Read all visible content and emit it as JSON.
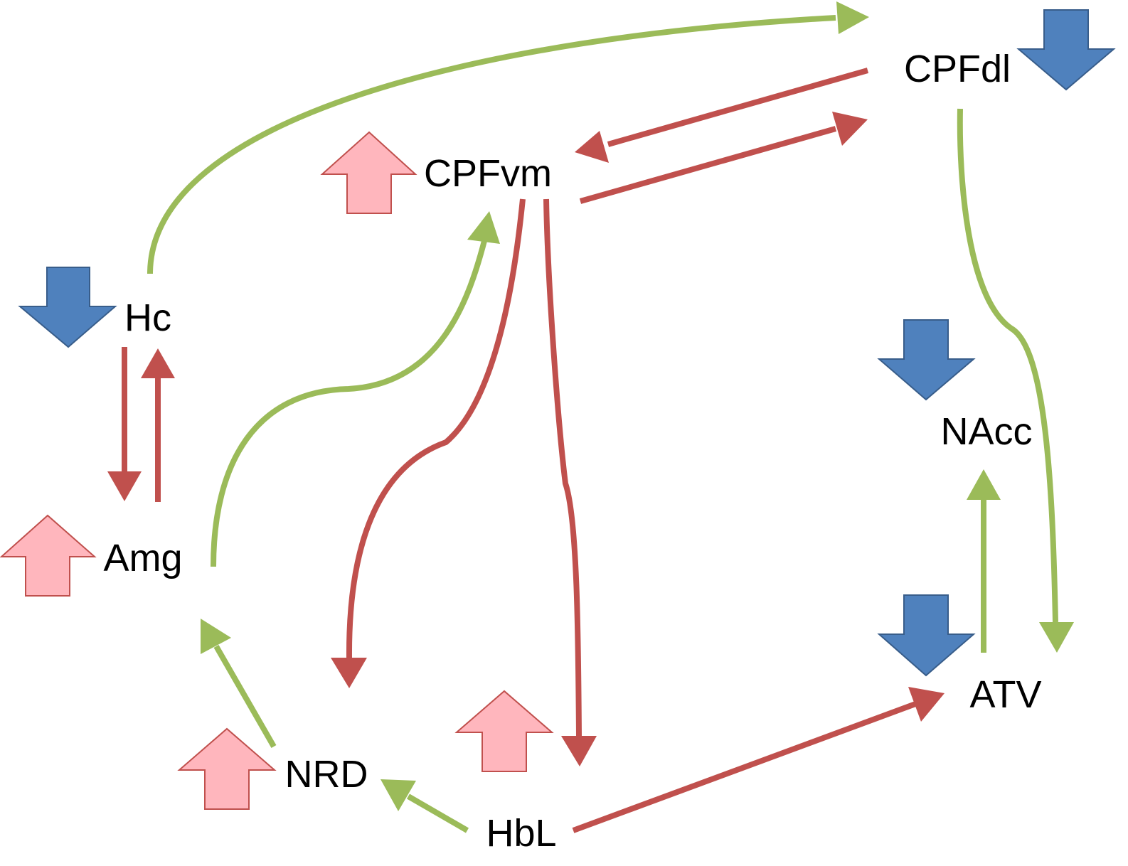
{
  "colors": {
    "excitatory": "#9BBB59",
    "inhibitory": "#C0504D",
    "decrease_fill": "#4F81BD",
    "decrease_stroke": "#385D8A",
    "increase_fill": "#FFB6BD",
    "increase_stroke": "#C0504D",
    "text": "#000000",
    "background": "#FFFFFF"
  },
  "nodes": {
    "hc": {
      "label": "Hc",
      "activity": "decrease"
    },
    "amg": {
      "label": "Amg",
      "activity": "increase"
    },
    "cpfvm": {
      "label": "CPFvm",
      "activity": "increase"
    },
    "cpfdl": {
      "label": "CPFdl",
      "activity": "decrease"
    },
    "nacc": {
      "label": "NAcc",
      "activity": "decrease"
    },
    "atv": {
      "label": "ATV",
      "activity": "decrease"
    },
    "nrd": {
      "label": "NRD",
      "activity": "increase"
    },
    "hbl": {
      "label": "HbL",
      "activity": "increase"
    }
  },
  "connections": [
    {
      "from": "Hc",
      "to": "CPFdl",
      "type": "excitatory"
    },
    {
      "from": "CPFdl",
      "to": "CPFvm",
      "type": "inhibitory"
    },
    {
      "from": "CPFvm",
      "to": "CPFdl",
      "type": "inhibitory"
    },
    {
      "from": "CPFvm",
      "to": "NRD",
      "type": "inhibitory"
    },
    {
      "from": "CPFvm",
      "to": "HbL",
      "type": "inhibitory"
    },
    {
      "from": "Amg",
      "to": "CPFvm",
      "type": "excitatory"
    },
    {
      "from": "Hc",
      "to": "Amg",
      "type": "inhibitory"
    },
    {
      "from": "Amg",
      "to": "Hc",
      "type": "inhibitory"
    },
    {
      "from": "NRD",
      "to": "Amg",
      "type": "excitatory"
    },
    {
      "from": "HbL",
      "to": "NRD",
      "type": "excitatory"
    },
    {
      "from": "HbL",
      "to": "ATV",
      "type": "inhibitory"
    },
    {
      "from": "CPFdl",
      "to": "ATV",
      "type": "excitatory"
    },
    {
      "from": "ATV",
      "to": "NAcc",
      "type": "excitatory"
    }
  ]
}
